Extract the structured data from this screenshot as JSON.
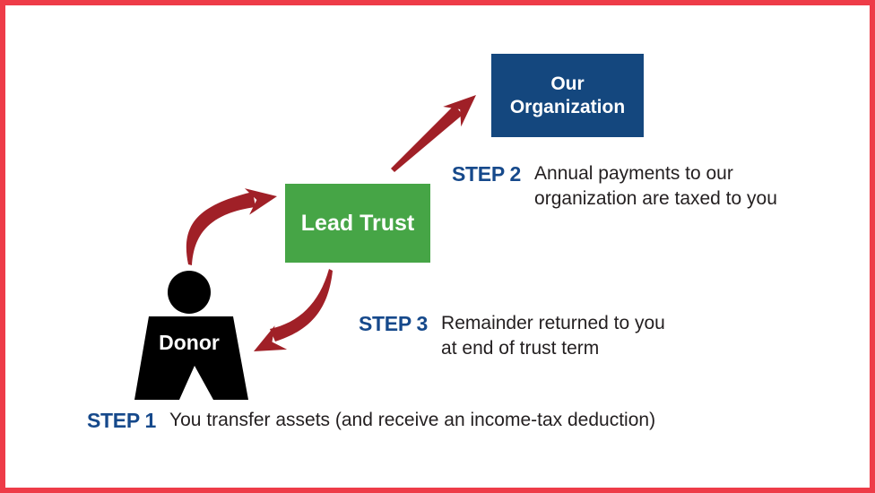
{
  "boxes": {
    "organization": {
      "lines": [
        "Our",
        "Organization"
      ],
      "bg": "#14477e",
      "text_color": "#ffffff"
    },
    "lead_trust": {
      "label": "Lead Trust",
      "bg": "#46a546",
      "text_color": "#ffffff"
    },
    "donor": {
      "label": "Donor",
      "bg": "#000000",
      "text_color": "#ffffff"
    }
  },
  "steps": [
    {
      "label": "STEP 1",
      "lines": [
        "You transfer assets (and receive an income-tax deduction)"
      ]
    },
    {
      "label": "STEP 2",
      "lines": [
        "Annual payments to our",
        "organization are taxed to you"
      ]
    },
    {
      "label": "STEP 3",
      "lines": [
        "Remainder returned to you",
        "at end of trust term"
      ]
    }
  ],
  "arrows": [
    {
      "name": "donor-to-trust",
      "step": 1
    },
    {
      "name": "trust-to-organization",
      "step": 2
    },
    {
      "name": "trust-to-donor",
      "step": 3
    }
  ],
  "colors": {
    "page_border": "#ee3c48",
    "arrow": "#a02027",
    "step_label": "#16498b",
    "body_text": "#231f20",
    "organization_box_bg": "#14477e",
    "lead_trust_box_bg": "#46a546",
    "donor_silhouette": "#000000",
    "box_text": "#ffffff"
  }
}
